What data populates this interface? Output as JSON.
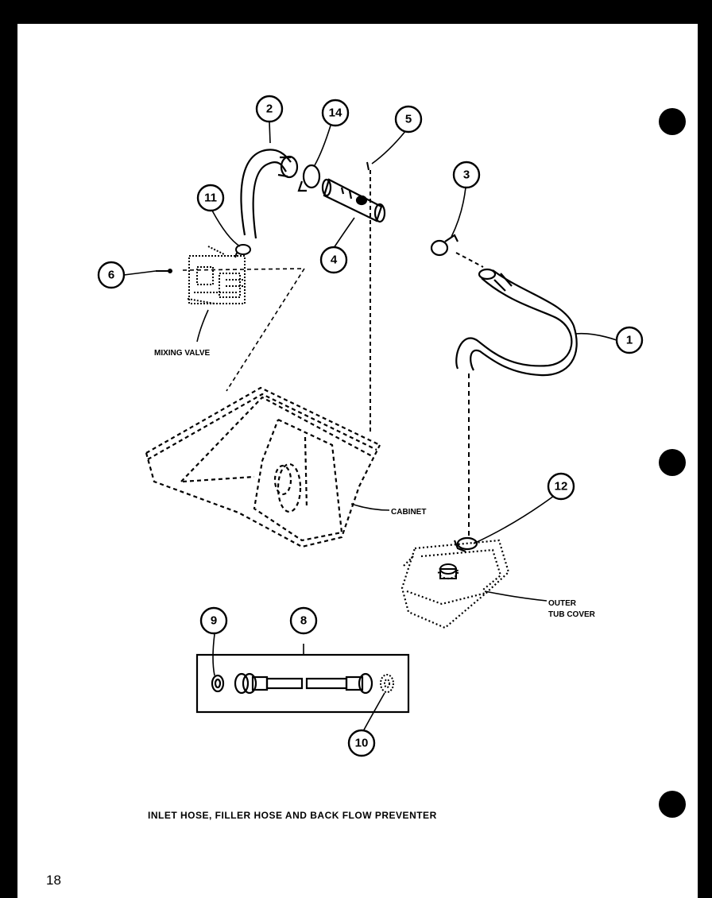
{
  "callouts": {
    "c1": "1",
    "c2": "2",
    "c3": "3",
    "c4": "4",
    "c5": "5",
    "c6": "6",
    "c8": "8",
    "c9": "9",
    "c10": "10",
    "c11": "11",
    "c12": "12",
    "c14": "14"
  },
  "labels": {
    "mixing_valve": "MIXING VALVE",
    "cabinet": "CABINET",
    "outer_tub_cover_line1": "OUTER",
    "outer_tub_cover_line2": "TUB COVER"
  },
  "caption": "INLET HOSE, FILLER HOSE AND BACK FLOW PREVENTER",
  "page_number": "18",
  "colors": {
    "ink": "#000000",
    "paper": "#ffffff",
    "border": "#000000"
  }
}
